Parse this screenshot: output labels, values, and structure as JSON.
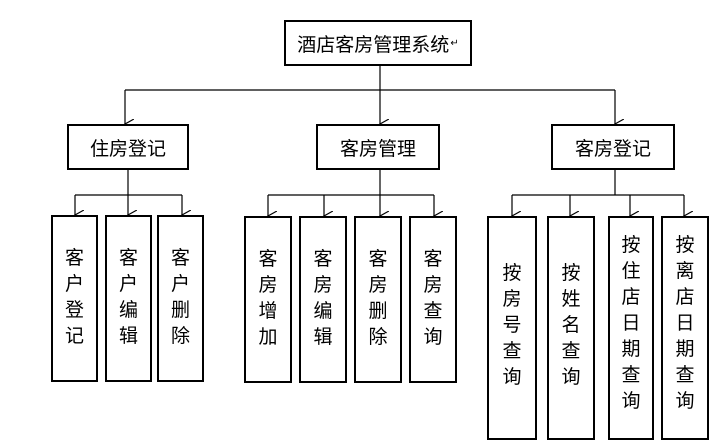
{
  "title": "酒店客房管理系统",
  "modules": [
    {
      "name": "住房登记",
      "children": [
        "客户登记",
        "客户编辑",
        "客户删除"
      ]
    },
    {
      "name": "客房管理",
      "children": [
        "客房增加",
        "客房编辑",
        "客房删除",
        "客房查询"
      ]
    },
    {
      "name": "客房登记",
      "children": [
        "按房号查询",
        "按姓名查询",
        "按住店日期查询",
        "按离店日期查询"
      ]
    }
  ]
}
